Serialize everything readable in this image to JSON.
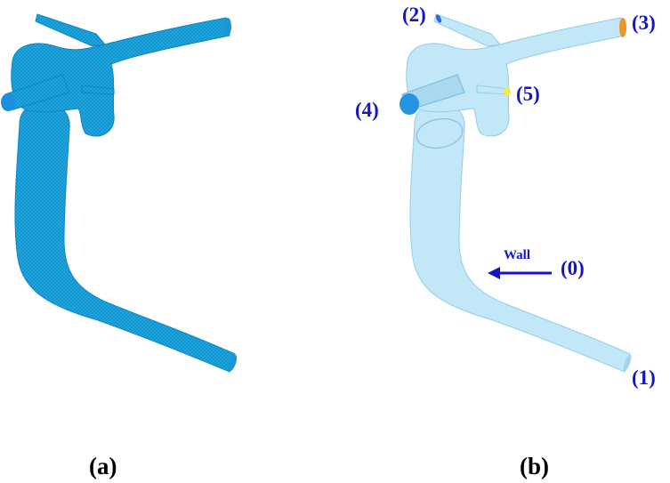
{
  "panels": {
    "a": {
      "caption": "(a)"
    },
    "b": {
      "caption": "(b)",
      "labels": {
        "outlet_2": "(2)",
        "outlet_3": "(3)",
        "inlet_4": "(4)",
        "outlet_5": "(5)",
        "wall_0": "(0)",
        "outlet_1": "(1)",
        "wall_text": "Wall"
      }
    }
  },
  "colors": {
    "mesh_fill": "#1fa4dc",
    "mesh_line": "#0b86c4",
    "transparent_fill": "#bfe6f7",
    "transparent_edge": "#8ccbe9",
    "inlet_face": "#1c8fe0",
    "outlet_3_face": "#e8921e",
    "outlet_5_face": "#e8ef3a",
    "outlet_2_face": "#2060d8",
    "label_color": "#1515c8"
  }
}
